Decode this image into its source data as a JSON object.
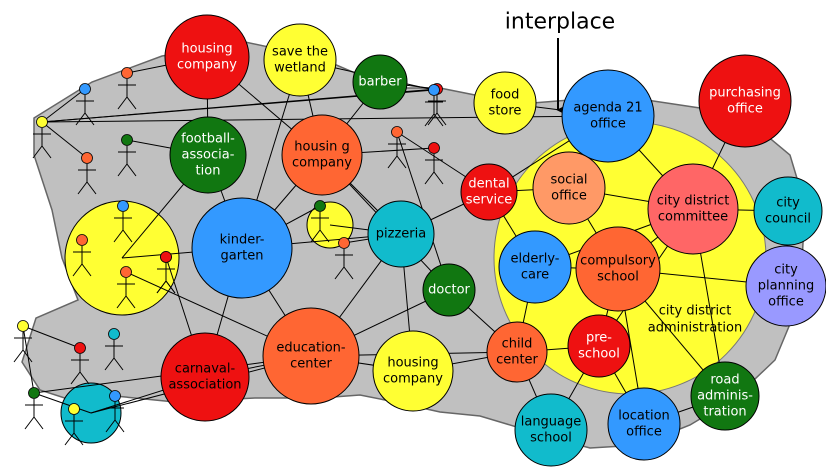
{
  "title": "interplace",
  "colors": {
    "region_fill": "#c0c0c0",
    "region_stroke": "#666666",
    "district_zone": "#ffff33",
    "edge": "#000000",
    "red": "#ee1111",
    "yellow": "#ffff33",
    "green": "#117711",
    "orange": "#ff6633",
    "blue": "#3399ff",
    "cyan": "#11bbcc",
    "salmon": "#ff9966",
    "pink": "#ff6666",
    "lavender": "#9999ff"
  },
  "zone_label": [
    "city district",
    "administration"
  ],
  "nodes": [
    {
      "id": "housing-company-top",
      "lines": [
        "housing",
        "company"
      ],
      "color": "red",
      "text_color": "#ffffff"
    },
    {
      "id": "save-the-wetland",
      "lines": [
        "save the",
        "wetland"
      ],
      "color": "yellow",
      "text_color": "#000000"
    },
    {
      "id": "barber",
      "lines": [
        "barber"
      ],
      "color": "green",
      "text_color": "#ffffff"
    },
    {
      "id": "football-association",
      "lines": [
        "football-",
        "associa-",
        "tion"
      ],
      "color": "green",
      "text_color": "#ffffff"
    },
    {
      "id": "housing-company-mid",
      "lines": [
        "housin g",
        "company"
      ],
      "color": "orange",
      "text_color": "#000000"
    },
    {
      "id": "food-store",
      "lines": [
        "food",
        "store"
      ],
      "color": "yellow",
      "text_color": "#000000"
    },
    {
      "id": "agenda-21-office",
      "lines": [
        "agenda 21",
        "office"
      ],
      "color": "blue",
      "text_color": "#000000"
    },
    {
      "id": "purchasing-office",
      "lines": [
        "purchasing",
        "office"
      ],
      "color": "red",
      "text_color": "#ffffff"
    },
    {
      "id": "dental-service",
      "lines": [
        "dental",
        "service"
      ],
      "color": "red",
      "text_color": "#ffffff"
    },
    {
      "id": "social-office",
      "lines": [
        "social",
        "office"
      ],
      "color": "salmon",
      "text_color": "#000000"
    },
    {
      "id": "city-district-committee",
      "lines": [
        "city district",
        "committee"
      ],
      "color": "pink",
      "text_color": "#000000"
    },
    {
      "id": "city-council",
      "lines": [
        "city",
        "council"
      ],
      "color": "cyan",
      "text_color": "#000000"
    },
    {
      "id": "kindergarten",
      "lines": [
        "kinder-",
        "garten"
      ],
      "color": "blue",
      "text_color": "#000000"
    },
    {
      "id": "pizzeria",
      "lines": [
        "pizzeria"
      ],
      "color": "cyan",
      "text_color": "#000000"
    },
    {
      "id": "elderly-care",
      "lines": [
        "elderly-",
        "care"
      ],
      "color": "blue",
      "text_color": "#000000"
    },
    {
      "id": "compulsory-school",
      "lines": [
        "compulsory",
        "school"
      ],
      "color": "orange",
      "text_color": "#000000"
    },
    {
      "id": "city-planning-office",
      "lines": [
        "city",
        "planning",
        "office"
      ],
      "color": "lavender",
      "text_color": "#000000"
    },
    {
      "id": "doctor",
      "lines": [
        "doctor"
      ],
      "color": "green",
      "text_color": "#ffffff"
    },
    {
      "id": "carnaval-association",
      "lines": [
        "carnaval-",
        "association"
      ],
      "color": "red",
      "text_color": "#000000"
    },
    {
      "id": "education-center",
      "lines": [
        "education-",
        "center"
      ],
      "color": "orange",
      "text_color": "#000000"
    },
    {
      "id": "housing-company-bottom",
      "lines": [
        "housing",
        "company"
      ],
      "color": "yellow",
      "text_color": "#000000"
    },
    {
      "id": "child-center",
      "lines": [
        "child",
        "center"
      ],
      "color": "orange",
      "text_color": "#000000"
    },
    {
      "id": "pre-school",
      "lines": [
        "pre-",
        "school"
      ],
      "color": "red",
      "text_color": "#ffffff"
    },
    {
      "id": "road-administration",
      "lines": [
        "road",
        "adminis-",
        "tration"
      ],
      "color": "green",
      "text_color": "#ffffff"
    },
    {
      "id": "language-school",
      "lines": [
        "language",
        "school"
      ],
      "color": "cyan",
      "text_color": "#000000"
    },
    {
      "id": "location-office",
      "lines": [
        "location",
        "office"
      ],
      "color": "blue",
      "text_color": "#000000"
    }
  ],
  "people": [
    {
      "id": "person-1",
      "head": "yellow"
    },
    {
      "id": "person-2",
      "head": "blue"
    },
    {
      "id": "person-3",
      "head": "orange"
    },
    {
      "id": "person-4",
      "head": "green"
    },
    {
      "id": "person-5",
      "head": "orange"
    },
    {
      "id": "person-6",
      "head": "blue"
    },
    {
      "id": "person-7",
      "head": "red"
    },
    {
      "id": "person-8",
      "head": "red"
    },
    {
      "id": "person-9",
      "head": "orange"
    },
    {
      "id": "person-10",
      "head": "blue"
    },
    {
      "id": "person-11",
      "head": "orange"
    },
    {
      "id": "person-12",
      "head": "green"
    },
    {
      "id": "person-13",
      "head": "orange"
    },
    {
      "id": "person-14",
      "head": "red"
    },
    {
      "id": "person-15",
      "head": "orange"
    },
    {
      "id": "person-16",
      "head": "red"
    },
    {
      "id": "person-17",
      "head": "yellow"
    },
    {
      "id": "person-18",
      "head": "red"
    },
    {
      "id": "person-19",
      "head": "cyan"
    },
    {
      "id": "person-20",
      "head": "green"
    },
    {
      "id": "person-21",
      "head": "yellow"
    },
    {
      "id": "person-22",
      "head": "blue"
    }
  ],
  "groups": [
    {
      "id": "family-group",
      "color": "yellow"
    },
    {
      "id": "pizzeria-group",
      "color": "yellow"
    },
    {
      "id": "bottom-left-group",
      "color": "cyan"
    }
  ],
  "edges": [
    [
      "housing-company-top",
      "football-association"
    ],
    [
      "housing-company-top",
      "housing-company-mid"
    ],
    [
      "housing-company-top",
      "person-3"
    ],
    [
      "save-the-wetland",
      "housing-company-mid"
    ],
    [
      "save-the-wetland",
      "kindergarten"
    ],
    [
      "save-the-wetland",
      "person-10"
    ],
    [
      "barber",
      "person-7"
    ],
    [
      "barber",
      "housing-company-mid"
    ],
    [
      "football-association",
      "person-4"
    ],
    [
      "football-association",
      "kindergarten"
    ],
    [
      "football-association",
      "family-group"
    ],
    [
      "housing-company-mid",
      "pizzeria"
    ],
    [
      "housing-company-mid",
      "person-8"
    ],
    [
      "housing-company-mid",
      "kindergarten"
    ],
    [
      "housing-company-mid",
      "doctor"
    ],
    [
      "food-store",
      "agenda-21-office"
    ],
    [
      "agenda-21-office",
      "person-1"
    ],
    [
      "agenda-21-office",
      "dental-service"
    ],
    [
      "agenda-21-office",
      "social-office"
    ],
    [
      "agenda-21-office",
      "city-district-committee"
    ],
    [
      "purchasing-office",
      "city-district-committee"
    ],
    [
      "dental-service",
      "person-9"
    ],
    [
      "dental-service",
      "pizzeria"
    ],
    [
      "dental-service",
      "social-office"
    ],
    [
      "social-office",
      "city-district-committee"
    ],
    [
      "social-office",
      "compulsory-school"
    ],
    [
      "city-district-committee",
      "city-council"
    ],
    [
      "city-district-committee",
      "compulsory-school"
    ],
    [
      "city-district-committee",
      "elderly-care"
    ],
    [
      "city-district-committee",
      "pre-school"
    ],
    [
      "city-council",
      "city-planning-office"
    ],
    [
      "kindergarten",
      "family-group"
    ],
    [
      "kindergarten",
      "pizzeria"
    ],
    [
      "kindergarten",
      "carnaval-association"
    ],
    [
      "kindergarten",
      "education-center"
    ],
    [
      "kindergarten",
      "person-12"
    ],
    [
      "pizzeria",
      "pizzeria-group"
    ],
    [
      "pizzeria",
      "education-center"
    ],
    [
      "pizzeria",
      "housing-company-bottom"
    ],
    [
      "pizzeria",
      "person-11"
    ],
    [
      "elderly-care",
      "compulsory-school"
    ],
    [
      "elderly-care",
      "child-center"
    ],
    [
      "elderly-care",
      "dental-service"
    ],
    [
      "compulsory-school",
      "pre-school"
    ],
    [
      "compulsory-school",
      "city-planning-office"
    ],
    [
      "compulsory-school",
      "road-administration"
    ],
    [
      "doctor",
      "child-center"
    ],
    [
      "doctor",
      "education-center"
    ],
    [
      "doctor",
      "person-9"
    ],
    [
      "carnaval-association",
      "person-16"
    ],
    [
      "carnaval-association",
      "education-center"
    ],
    [
      "carnaval-association",
      "bottom-left-group"
    ],
    [
      "education-center",
      "housing-company-bottom"
    ],
    [
      "education-center",
      "child-center"
    ],
    [
      "education-center",
      "person-13"
    ],
    [
      "education-center",
      "bottom-left-group"
    ],
    [
      "housing-company-bottom",
      "child-center"
    ],
    [
      "child-center",
      "pre-school"
    ],
    [
      "child-center",
      "language-school"
    ],
    [
      "pre-school",
      "location-office"
    ],
    [
      "pre-school",
      "language-school"
    ],
    [
      "location-office",
      "road-administration"
    ],
    [
      "location-office",
      "compulsory-school"
    ],
    [
      "road-administration",
      "city-district-committee"
    ],
    [
      "person-1",
      "person-2"
    ],
    [
      "person-1",
      "person-5"
    ],
    [
      "person-1",
      "person-7"
    ],
    [
      "person-1",
      "person-10"
    ],
    [
      "person-17",
      "person-18"
    ],
    [
      "person-17",
      "person-20"
    ],
    [
      "person-20",
      "bottom-left-group"
    ],
    [
      "person-20",
      "education-center"
    ]
  ]
}
